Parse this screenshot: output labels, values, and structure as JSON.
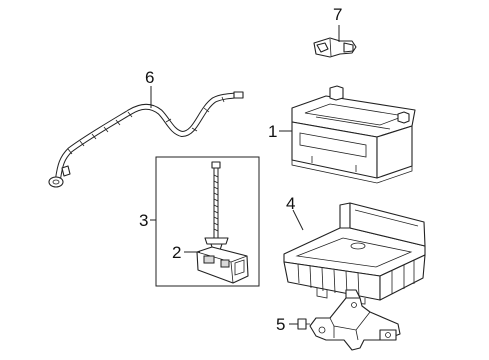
{
  "callouts": {
    "c1": "1",
    "c2": "2",
    "c3": "3",
    "c4": "4",
    "c5": "5",
    "c6": "6",
    "c7": "7"
  },
  "parts": [
    {
      "callout": "1",
      "icon": "battery-icon"
    },
    {
      "callout": "2",
      "icon": "hold-down-clamp-icon"
    },
    {
      "callout": "3",
      "icon": "hold-down-bolt-kit-icon"
    },
    {
      "callout": "4",
      "icon": "battery-tray-icon"
    },
    {
      "callout": "5",
      "icon": "tray-support-bracket-icon"
    },
    {
      "callout": "6",
      "icon": "battery-cable-icon"
    },
    {
      "callout": "7",
      "icon": "terminal-clamp-icon"
    }
  ]
}
